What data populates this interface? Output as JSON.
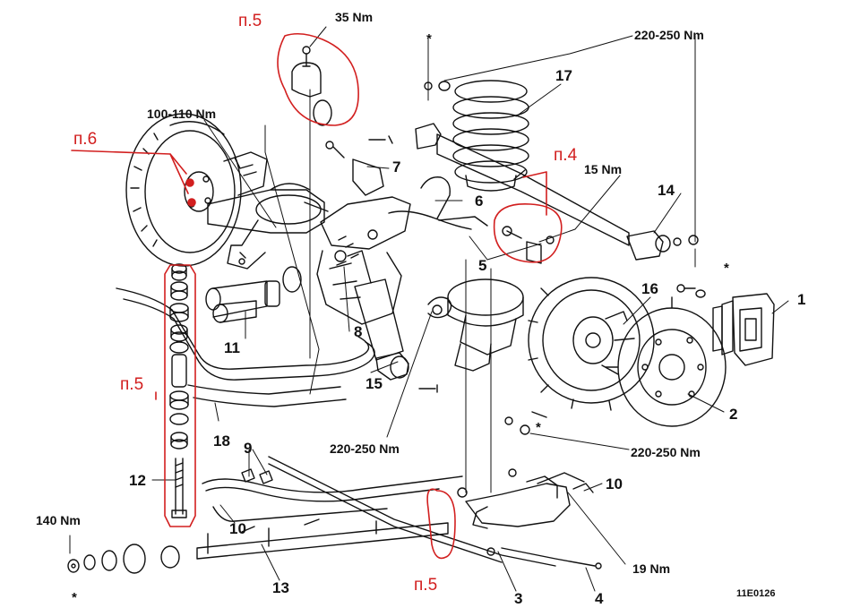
{
  "colors": {
    "ink": "#111111",
    "annotation_red": "#d21f1f",
    "background": "#ffffff"
  },
  "torques": {
    "t35": "35 Nm",
    "t100": "100-110 Nm",
    "t220_top": "220-250 Nm",
    "t15": "15 Nm",
    "t220_mid": "220-250 Nm",
    "t220_right": "220-250 Nm",
    "t140": "140 Nm",
    "t19": "19 Nm"
  },
  "asterisks": {
    "a1": "*",
    "a2": "*",
    "a3": "*",
    "a4": "*"
  },
  "part_numbers": {
    "n1": "1",
    "n2": "2",
    "n3": "3",
    "n4": "4",
    "n5": "5",
    "n6": "6",
    "n7": "7",
    "n8": "8",
    "n9": "9",
    "n10a": "10",
    "n10b": "10",
    "n11": "11",
    "n12": "12",
    "n13": "13",
    "n14": "14",
    "n15": "15",
    "n16": "16",
    "n17": "17",
    "n18": "18"
  },
  "annotations": {
    "p5_top": "п.5",
    "p6": "п.6",
    "p4": "п.4",
    "p5_left": "п.5",
    "p5_bottom": "п.5"
  },
  "figure_code": "11E0126"
}
